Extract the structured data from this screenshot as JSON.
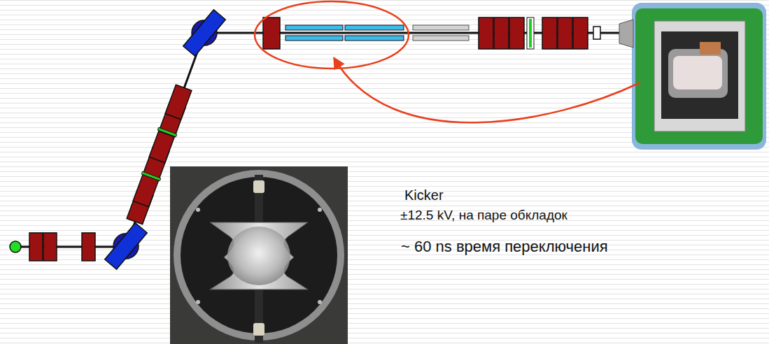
{
  "diagram": {
    "labels": [
      "Kicker",
      "±12.5 kV, на паре обкладок",
      "~ 60 ns время переключения"
    ]
  }
}
